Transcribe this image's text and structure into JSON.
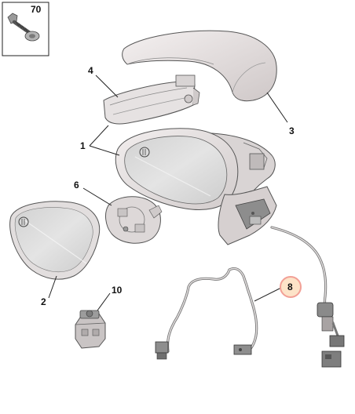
{
  "inset": {
    "label": "70"
  },
  "callouts": [
    {
      "id": "cover",
      "label": "3"
    },
    {
      "id": "indicator",
      "label": "4"
    },
    {
      "id": "housing",
      "label": "1"
    },
    {
      "id": "actuator",
      "label": "6"
    },
    {
      "id": "glass",
      "label": "2"
    },
    {
      "id": "switch",
      "label": "10"
    },
    {
      "id": "harness",
      "label": "8"
    }
  ],
  "colors": {
    "part_fill": "#e8e4e4",
    "part_shade": "#cfc9c9",
    "dark_part": "#8a8a8a",
    "glass_fill": "#dcdcdc",
    "highlight_ring": "#f2a096",
    "highlight_fill": "#fde3c8"
  }
}
